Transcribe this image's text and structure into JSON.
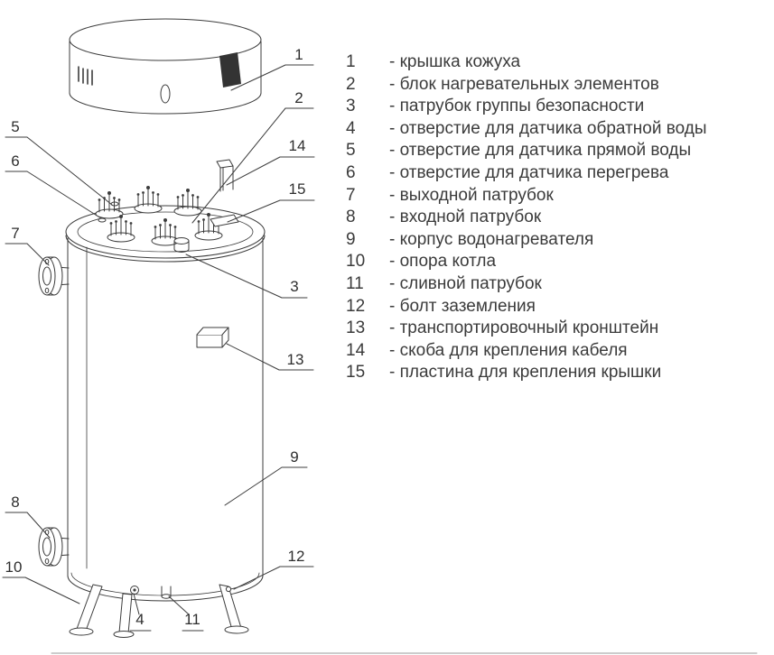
{
  "diagram": {
    "callouts": {
      "n1": "1",
      "n2": "2",
      "n3": "3",
      "n4": "4",
      "n5": "5",
      "n6": "6",
      "n7": "7",
      "n8": "8",
      "n9": "9",
      "n10": "10",
      "n11": "11",
      "n12": "12",
      "n13": "13",
      "n14": "14",
      "n15": "15"
    }
  },
  "legend": {
    "items": [
      {
        "num": "1",
        "text": "- крышка кожуха"
      },
      {
        "num": "2",
        "text": "- блок нагревательных элементов"
      },
      {
        "num": "3",
        "text": "- патрубок группы безопасности"
      },
      {
        "num": "4",
        "text": "- отверстие для датчика обратной воды"
      },
      {
        "num": "5",
        "text": "- отверстие для датчика прямой воды"
      },
      {
        "num": "6",
        "text": "- отверстие для датчика перегрева"
      },
      {
        "num": "7",
        "text": "- выходной патрубок"
      },
      {
        "num": "8",
        "text": "- входной патрубок"
      },
      {
        "num": "9",
        "text": "- корпус водонагревателя"
      },
      {
        "num": "10",
        "text": "- опора котла"
      },
      {
        "num": "11",
        "text": "- сливной патрубок"
      },
      {
        "num": "12",
        "text": "- болт заземления"
      },
      {
        "num": "13",
        "text": "- транспортировочный кронштейн"
      },
      {
        "num": "14",
        "text": "- скоба для крепления кабеля"
      },
      {
        "num": "15",
        "text": "- пластина для крепления крышки"
      }
    ]
  }
}
